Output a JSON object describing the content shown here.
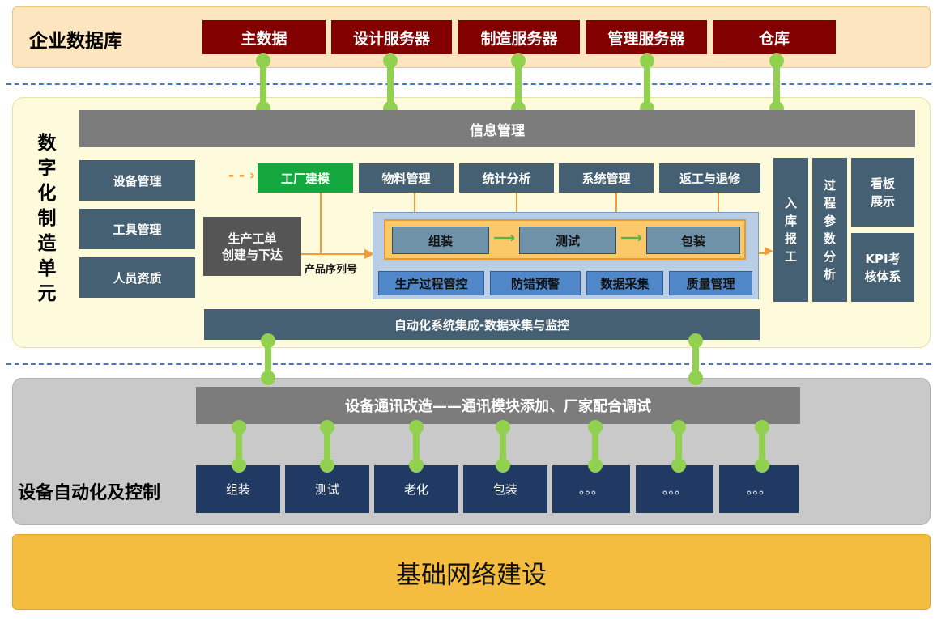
{
  "enterprise": {
    "label": "企业数据库",
    "servers": [
      "主数据",
      "设计服务器",
      "制造服务器",
      "管理服务器",
      "仓库"
    ]
  },
  "mes": {
    "label": "数字化制造单元",
    "info_bar": "信息管理",
    "left_modules": [
      "设备管理",
      "工具管理",
      "人员资质"
    ],
    "top_modules": [
      "工厂建模",
      "物料管理",
      "统计分析",
      "系统管理",
      "返工与退修"
    ],
    "work_order": {
      "line1": "生产工单",
      "line2": "创建与下达"
    },
    "serial_label": "产品序列号",
    "process_steps": [
      "组装",
      "测试",
      "包装"
    ],
    "bottom_modules": [
      "生产过程管控",
      "防错预警",
      "数据采集",
      "质量管理"
    ],
    "right_modules": [
      "入库报工",
      "过程参数分析"
    ],
    "board_display": "看板展示",
    "kpi": {
      "line1": "KPI考",
      "line2": "核体系"
    },
    "integration_bar": "自动化系统集成-数据采集与监控"
  },
  "equipment": {
    "label": "设备自动化及控制",
    "comm_bar": "设备通讯改造——通讯模块添加、厂家配合调试",
    "devices": [
      "组装",
      "测试",
      "老化",
      "包装",
      "。。。",
      "。。。",
      "。。。"
    ]
  },
  "network": {
    "label": "基础网络建设"
  }
}
